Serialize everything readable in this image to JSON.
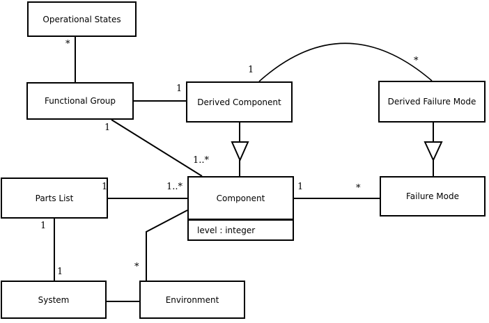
{
  "diagram": {
    "type": "uml-class-diagram",
    "colors": {
      "background": "#ffffff",
      "line": "#000000",
      "box_fill": "#ffffff",
      "text": "#000000"
    },
    "classes": {
      "operational_states": {
        "label": "Operational States"
      },
      "functional_group": {
        "label": "Functional Group"
      },
      "derived_component": {
        "label": "Derived Component"
      },
      "derived_failure_mode": {
        "label": "Derived Failure Mode"
      },
      "parts_list": {
        "label": "Parts List"
      },
      "component": {
        "label": "Component",
        "attributes": [
          "level : integer"
        ]
      },
      "failure_mode": {
        "label": "Failure Mode"
      },
      "system": {
        "label": "System"
      },
      "environment": {
        "label": "Environment"
      }
    },
    "relationships": [
      {
        "from": "Operational States",
        "to": "Functional Group",
        "type": "association",
        "from_multiplicity": "*"
      },
      {
        "from": "Functional Group",
        "to": "Derived Component",
        "type": "association",
        "to_multiplicity": "1"
      },
      {
        "from": "Functional Group",
        "to": "Component",
        "type": "association",
        "from_multiplicity": "1",
        "to_multiplicity": "1..*"
      },
      {
        "from": "Derived Component",
        "to": "Derived Failure Mode",
        "type": "association",
        "from_multiplicity": "1",
        "to_multiplicity": "*"
      },
      {
        "from": "Derived Component",
        "to": "Component",
        "type": "generalization"
      },
      {
        "from": "Derived Failure Mode",
        "to": "Failure Mode",
        "type": "generalization"
      },
      {
        "from": "Parts List",
        "to": "Component",
        "type": "association",
        "from_multiplicity": "1",
        "to_multiplicity": "1..*"
      },
      {
        "from": "Component",
        "to": "Failure Mode",
        "type": "association",
        "from_multiplicity": "1",
        "to_multiplicity": "*"
      },
      {
        "from": "Parts List",
        "to": "System",
        "type": "association",
        "from_multiplicity": "1",
        "to_multiplicity": "1"
      },
      {
        "from": "System",
        "to": "Environment",
        "type": "association"
      },
      {
        "from": "Component",
        "to": "Environment",
        "type": "association",
        "to_multiplicity": "*"
      }
    ],
    "multiplicity_labels": {
      "opstates_end": "*",
      "fg_diag_end": "1",
      "dc_assoc_end": "1",
      "dc_curve_end": "1",
      "dfm_curve_end": "*",
      "comp_diag_end": "1..*",
      "comp_parts_end": "1..*",
      "parts_right_end": "1",
      "comp_right_end": "1",
      "fm_left_end": "*",
      "parts_bottom_end": "1",
      "system_top_end": "1",
      "env_top_end": "*"
    }
  }
}
